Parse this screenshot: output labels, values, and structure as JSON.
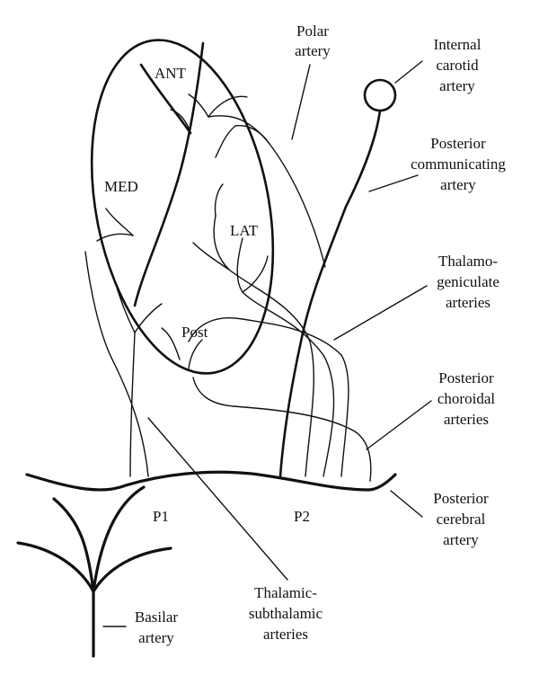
{
  "regions": {
    "ant": "ANT",
    "med": "MED",
    "lat": "LAT",
    "post": "Post"
  },
  "segments": {
    "p1": "P1",
    "p2": "P2"
  },
  "labels": {
    "polar": [
      "Polar",
      "artery"
    ],
    "internal_carotid": [
      "Internal",
      "carotid",
      "artery"
    ],
    "posterior_communicating": [
      "Posterior",
      "communicating",
      "artery"
    ],
    "thalamogeniculate": [
      "Thalamo-",
      "geniculate",
      "arteries"
    ],
    "posterior_choroidal": [
      "Posterior",
      "choroidal",
      "arteries"
    ],
    "posterior_cerebral": [
      "Posterior",
      "cerebral",
      "artery"
    ],
    "thalamic_subthalamic": [
      "Thalamic-",
      "subthalamic",
      "arteries"
    ],
    "basilar": [
      "Basilar",
      "artery"
    ]
  }
}
